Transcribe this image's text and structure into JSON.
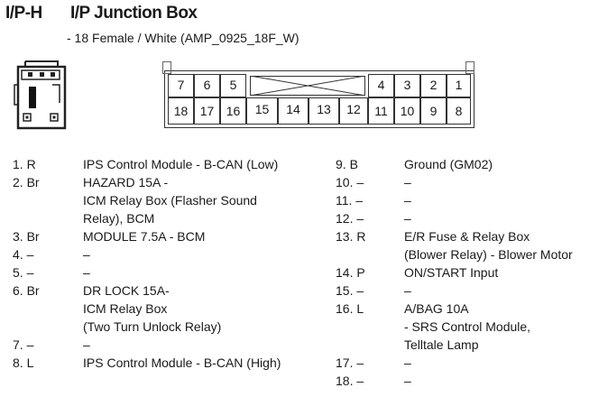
{
  "header": {
    "code": "I/P-H",
    "title": "I/P Junction Box",
    "subtitle": "- 18 Female / White (AMP_0925_18F_W)"
  },
  "connector": {
    "top_row": [
      "7",
      "6",
      "5",
      "4",
      "3",
      "2",
      "1"
    ],
    "bottom_row": [
      "18",
      "17",
      "16",
      "15",
      "14",
      "13",
      "12",
      "11",
      "10",
      "9",
      "8"
    ]
  },
  "pins_left": [
    {
      "num": "1. R",
      "desc": [
        "IPS Control Module - B-CAN (Low)"
      ]
    },
    {
      "num": "2. Br",
      "desc": [
        "HAZARD 15A -",
        "ICM Relay Box (Flasher Sound",
        "Relay), BCM"
      ]
    },
    {
      "num": "3. Br",
      "desc": [
        "MODULE 7.5A - BCM"
      ]
    },
    {
      "num": "4. –",
      "desc": [
        "–"
      ]
    },
    {
      "num": "5. –",
      "desc": [
        "–"
      ]
    },
    {
      "num": "6. Br",
      "desc": [
        "DR LOCK 15A-",
        "ICM Relay Box",
        "(Two Turn Unlock Relay)"
      ]
    },
    {
      "num": "7. –",
      "desc": [
        "–"
      ]
    },
    {
      "num": "8. L",
      "desc": [
        "IPS Control Module - B-CAN (High)"
      ]
    }
  ],
  "pins_right": [
    {
      "num": "9. B",
      "desc": [
        "Ground (GM02)"
      ]
    },
    {
      "num": "10. –",
      "desc": [
        "–"
      ]
    },
    {
      "num": "11. –",
      "desc": [
        "–"
      ]
    },
    {
      "num": "12. –",
      "desc": [
        "–"
      ]
    },
    {
      "num": "13. R",
      "desc": [
        "E/R Fuse & Relay Box",
        "(Blower Relay) - Blower Motor"
      ]
    },
    {
      "num": "14. P",
      "desc": [
        "ON/START Input"
      ]
    },
    {
      "num": "15. –",
      "desc": [
        "–"
      ]
    },
    {
      "num": "16. L",
      "desc": [
        "A/BAG 10A",
        "- SRS Control Module,",
        "Telltale Lamp"
      ]
    },
    {
      "num": "17. –",
      "desc": [
        "–"
      ]
    },
    {
      "num": "18. –",
      "desc": [
        "–"
      ]
    }
  ]
}
